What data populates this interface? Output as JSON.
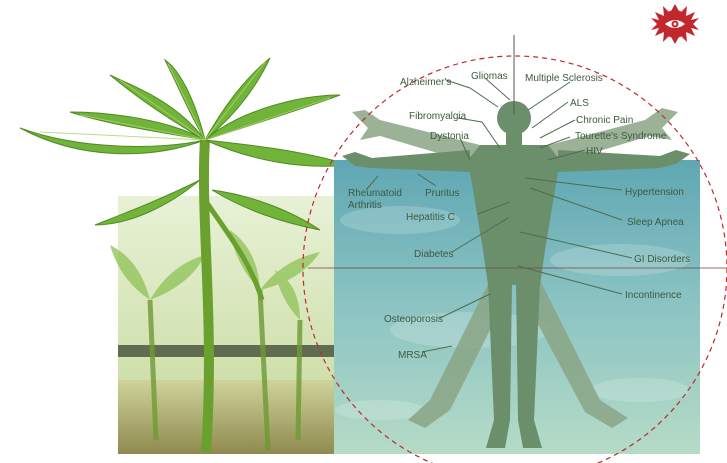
{
  "conditions": {
    "alzheimers": "Alzheimer's",
    "gliomas": "Gliomas",
    "multiple_sclerosis": "Multiple Sclerosis",
    "als": "ALS",
    "fibromyalgia": "Fibromyalgia",
    "chronic_pain": "Chronic Pain",
    "dystonia": "Dystonia",
    "tourettes": "Tourette's Syndrome",
    "hiv": "HIV",
    "rheumatoid_line1": "Rheumatoid",
    "rheumatoid_line2": "Arthritis",
    "pruritus": "Pruritus",
    "hypertension": "Hypertension",
    "hepatitis_c": "Hepatitis C",
    "sleep_apnea": "Sleep Apnea",
    "diabetes": "Diabetes",
    "gi_disorders": "GI Disorders",
    "incontinence": "Incontinence",
    "osteoporosis": "Osteoporosis",
    "mrsa": "MRSA"
  },
  "colors": {
    "circle": "#c2272d",
    "body": "#6a8f6a",
    "ghost_body": "#8aa585",
    "label": "#3d5a3f",
    "leader": "#4f6b50",
    "water_top": "#7fb9c1",
    "water_bottom": "#a8d3c4",
    "leaf": "#6fae3a",
    "logo": "#c2272d"
  },
  "icons": {
    "logo": "eye-emblem-icon"
  }
}
